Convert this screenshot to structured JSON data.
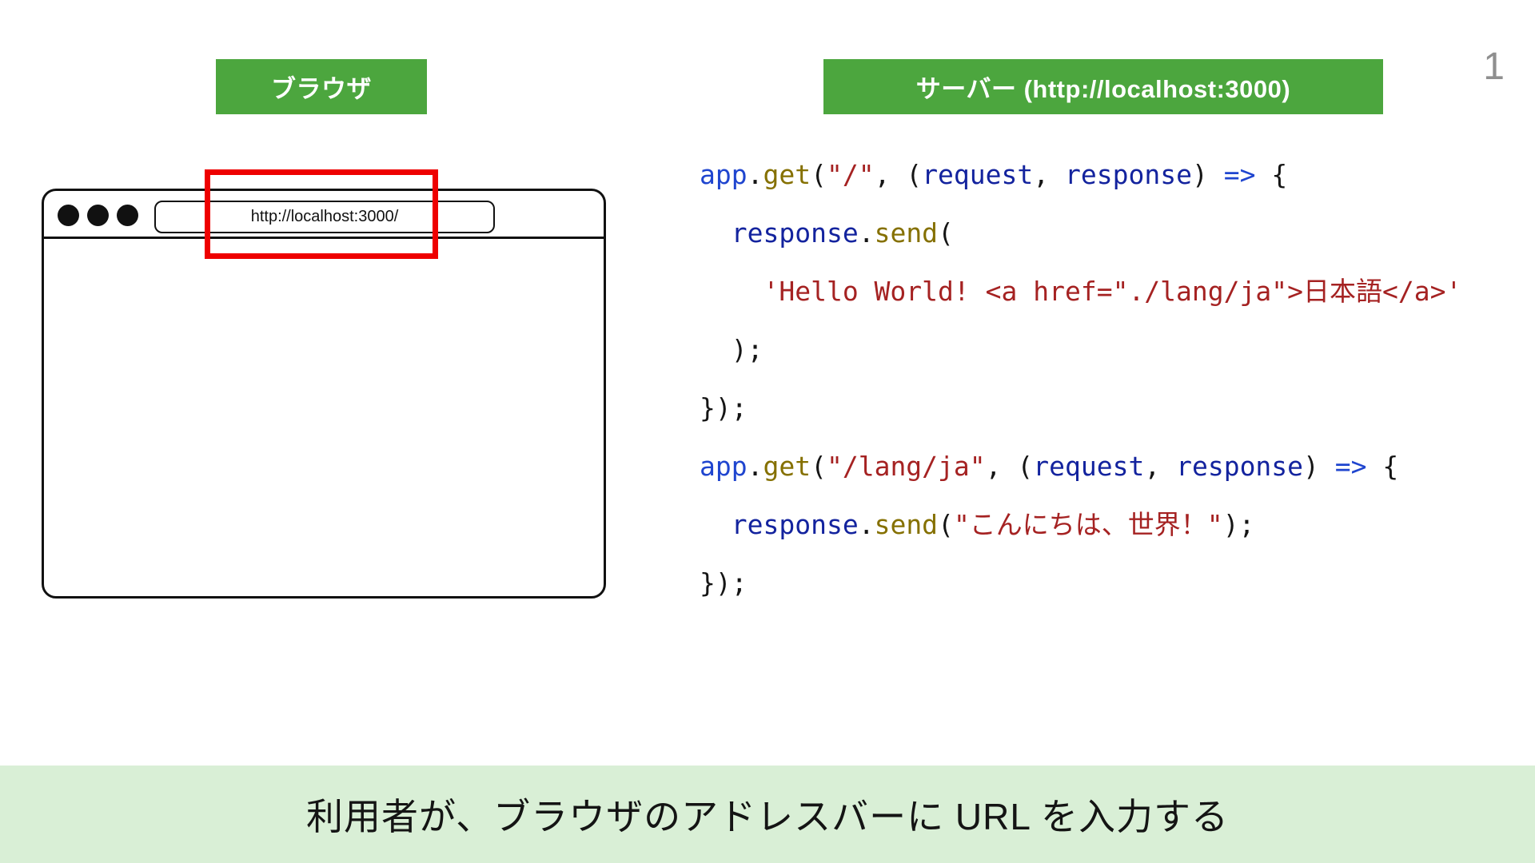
{
  "page": {
    "number": "1",
    "caption": "利用者が、ブラウザのアドレスバーに URL を入力する",
    "colors": {
      "accent_green": "#4ca63e",
      "banner_bg": "#d9efd6",
      "highlight_red": "#ee0000",
      "code_plain": "#151515",
      "code_keyword": "#1f45cf",
      "code_variable": "#13239e",
      "code_function": "#857000",
      "code_string": "#a52222"
    }
  },
  "labels": {
    "browser": "ブラウザ",
    "server": "サーバー (http://localhost:3000)"
  },
  "browser": {
    "address_bar": "http://localhost:3000/"
  },
  "code": {
    "lines": [
      {
        "tokens": [
          [
            "app",
            "kw"
          ],
          [
            ".",
            "pl"
          ],
          [
            "get",
            "fn"
          ],
          [
            "(",
            "pl"
          ],
          [
            "\"/\"",
            "str"
          ],
          [
            ", (",
            "pl"
          ],
          [
            "request",
            "var"
          ],
          [
            ", ",
            "pl"
          ],
          [
            "response",
            "var"
          ],
          [
            ") ",
            "pl"
          ],
          [
            "=>",
            "kw"
          ],
          [
            " {",
            "pl"
          ]
        ]
      },
      {
        "tokens": [
          [
            "  ",
            "pl"
          ],
          [
            "response",
            "var"
          ],
          [
            ".",
            "pl"
          ],
          [
            "send",
            "fn"
          ],
          [
            "(",
            "pl"
          ]
        ]
      },
      {
        "tokens": [
          [
            "    ",
            "pl"
          ],
          [
            "'Hello World! <a href=\"./lang/ja\">日本語</a>'",
            "str"
          ]
        ]
      },
      {
        "tokens": [
          [
            "  );",
            "pl"
          ]
        ]
      },
      {
        "tokens": [
          [
            "});",
            "pl"
          ]
        ]
      },
      {
        "tokens": [
          [
            "app",
            "kw"
          ],
          [
            ".",
            "pl"
          ],
          [
            "get",
            "fn"
          ],
          [
            "(",
            "pl"
          ],
          [
            "\"/lang/ja\"",
            "str"
          ],
          [
            ", (",
            "pl"
          ],
          [
            "request",
            "var"
          ],
          [
            ", ",
            "pl"
          ],
          [
            "response",
            "var"
          ],
          [
            ") ",
            "pl"
          ],
          [
            "=>",
            "kw"
          ],
          [
            " {",
            "pl"
          ]
        ]
      },
      {
        "tokens": [
          [
            "  ",
            "pl"
          ],
          [
            "response",
            "var"
          ],
          [
            ".",
            "pl"
          ],
          [
            "send",
            "fn"
          ],
          [
            "(",
            "pl"
          ],
          [
            "\"こんにちは、世界！\"",
            "str"
          ],
          [
            ");",
            "pl"
          ]
        ]
      },
      {
        "tokens": [
          [
            "});",
            "pl"
          ]
        ]
      }
    ]
  }
}
